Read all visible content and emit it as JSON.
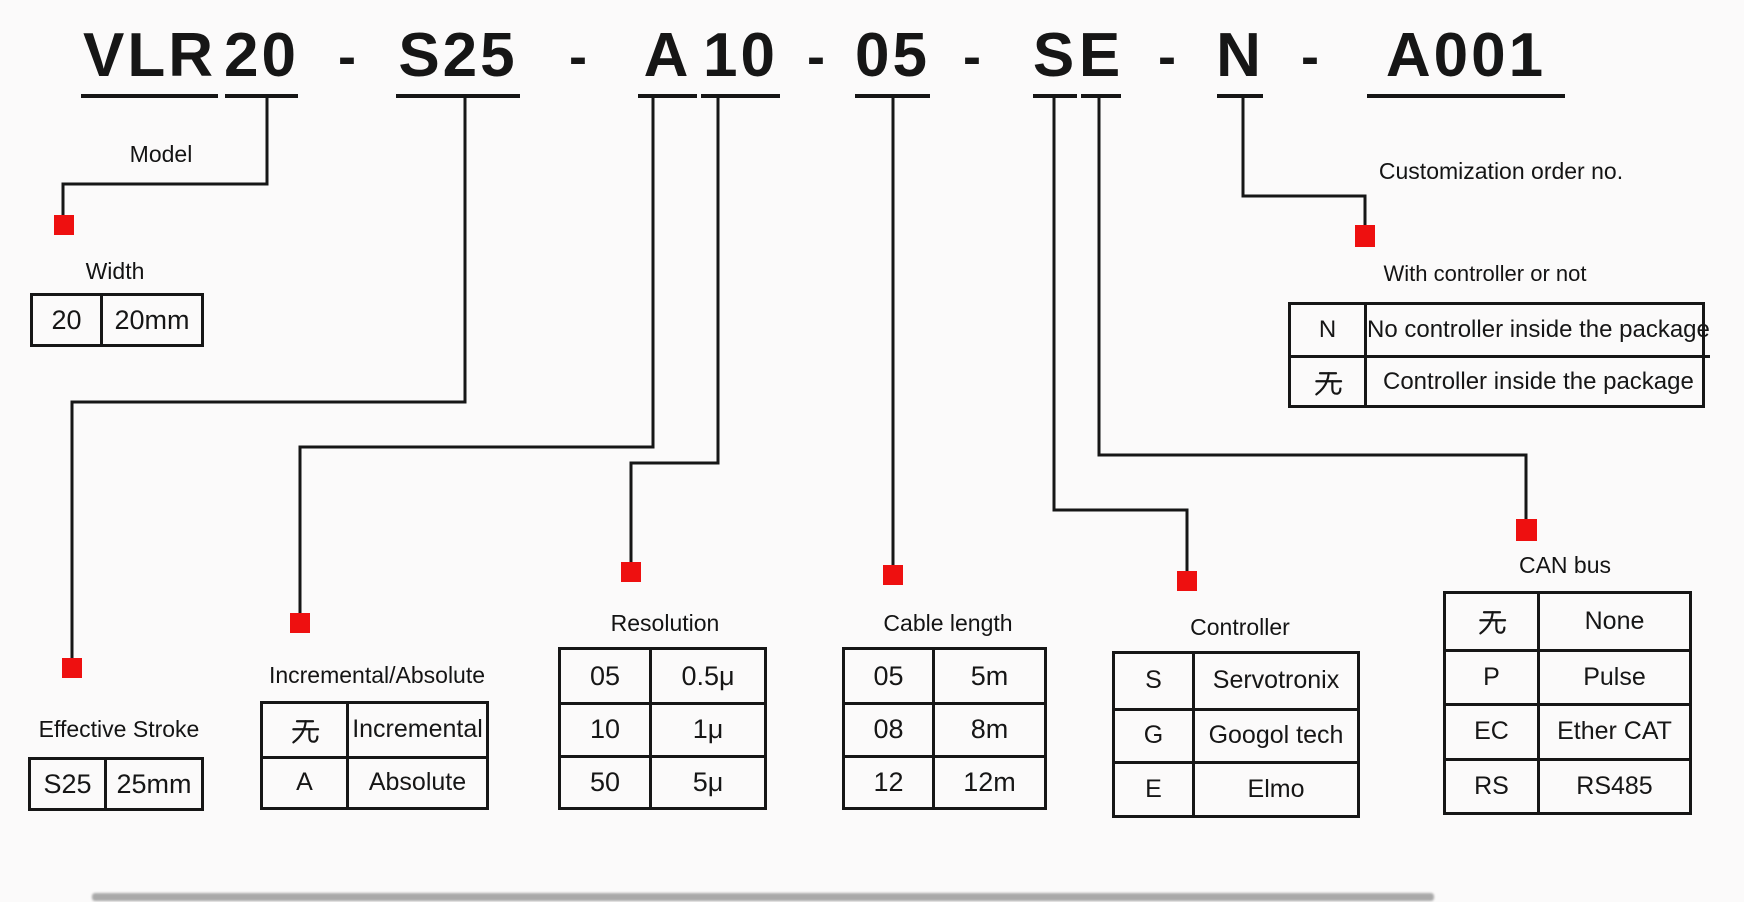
{
  "colors": {
    "accent_red": "#ee1010",
    "line": "#161616",
    "background": "#fbfafa"
  },
  "model_code": {
    "full": "VLR20 - S25 - A10 - 05 - SE - N - A001",
    "segments": {
      "series": "VLR",
      "width": "20",
      "dash1": "-",
      "stroke": "S25",
      "dash2": "-",
      "encoder": "A",
      "resolution": "10",
      "dash3": "-",
      "cable": "05",
      "dash4": "-",
      "controller": "S",
      "bus": "E",
      "dash5": "-",
      "with_controller": "N",
      "dash6": "-",
      "order": "A001"
    }
  },
  "sections": {
    "model": {
      "label": "Model"
    },
    "width": {
      "label": "Width",
      "rows": [
        [
          "20",
          "20mm"
        ]
      ]
    },
    "effective_stroke": {
      "label": "Effective Stroke",
      "rows": [
        [
          "S25",
          "25mm"
        ]
      ]
    },
    "incremental_absolute": {
      "label": "Incremental/Absolute",
      "rows": [
        [
          "无",
          "Incremental"
        ],
        [
          "A",
          "Absolute"
        ]
      ]
    },
    "resolution": {
      "label": "Resolution",
      "rows": [
        [
          "05",
          "0.5μ"
        ],
        [
          "10",
          "1μ"
        ],
        [
          "50",
          "5μ"
        ]
      ]
    },
    "cable_length": {
      "label": "Cable length",
      "rows": [
        [
          "05",
          "5m"
        ],
        [
          "08",
          "8m"
        ],
        [
          "12",
          "12m"
        ]
      ]
    },
    "controller": {
      "label": "Controller",
      "rows": [
        [
          "S",
          "Servotronix"
        ],
        [
          "G",
          "Googol tech"
        ],
        [
          "E",
          "Elmo"
        ]
      ]
    },
    "customization": {
      "label": "Customization order no."
    },
    "with_controller": {
      "label": "With controller or not",
      "rows": [
        [
          "N",
          "No controller inside the package"
        ],
        [
          "无",
          "Controller inside the package"
        ]
      ]
    },
    "can_bus": {
      "label": "CAN bus",
      "rows": [
        [
          "无",
          "None"
        ],
        [
          "P",
          "Pulse"
        ],
        [
          "EC",
          "Ether CAT"
        ],
        [
          "RS",
          "RS485"
        ]
      ]
    }
  }
}
